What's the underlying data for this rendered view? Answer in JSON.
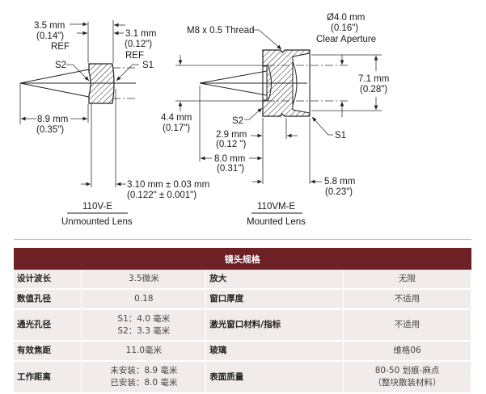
{
  "unmounted": {
    "dim_ref_left": {
      "mm": "3.5 mm",
      "in": "(0.14\")",
      "ref": "REF"
    },
    "dim_ref_right": {
      "mm": "3.1 mm",
      "in": "(0.12\")",
      "ref": "REF"
    },
    "s2": "S2",
    "s1": "S1",
    "working_distance": {
      "mm": "8.9 mm",
      "in": "(0.35\")"
    },
    "thickness": {
      "mm": "3.10 mm ± 0.03 mm",
      "in": "(0.122\" ± 0.001\")"
    },
    "part": "110V-E",
    "caption": "Unmounted Lens"
  },
  "mounted": {
    "thread": "M8 x 0.5 Thread",
    "clear_aperture": {
      "mm": "Ø4.0 mm",
      "in": "(0.16\")",
      "label": "Clear Aperture"
    },
    "outer": {
      "mm": "7.1 mm",
      "in": "(0.28\")"
    },
    "beam": {
      "mm": "4.4 mm",
      "in": "(0.17\")"
    },
    "s2": "S2",
    "s1": "S1",
    "offset": {
      "mm": "2.9 mm",
      "in": "(0.12 \")"
    },
    "working_distance": {
      "mm": "8.0 mm",
      "in": "(0.31\")"
    },
    "length": {
      "mm": "5.8 mm",
      "in": "(0.23\")"
    },
    "part": "110VM-E",
    "caption": "Mounted Lens"
  },
  "specs": {
    "title": "镜头规格",
    "rows": [
      {
        "k1": "设计波长",
        "v1": [
          "3.5微米"
        ],
        "k2": "放大",
        "v2": [
          "无限"
        ]
      },
      {
        "k1": "数值孔径",
        "v1": [
          "0.18"
        ],
        "k2": "窗口厚度",
        "v2": [
          "不适用"
        ]
      },
      {
        "k1": "通光孔径",
        "v1": [
          "S1：4.0 毫米",
          "S2：3.3 毫米"
        ],
        "k2": "激光窗口材料/指标",
        "v2": [
          "不适用"
        ]
      },
      {
        "k1": "有效焦距",
        "v1": [
          "11.0毫米"
        ],
        "k2": "玻璃",
        "v2": [
          "维格06"
        ]
      },
      {
        "k1": "工作距离",
        "v1": [
          "未安装：8.9 毫米",
          "已安装：8.0 毫米"
        ],
        "k2": "表面质量",
        "v2": [
          "80-50 划痕-麻点",
          "（整块散装材料）"
        ]
      }
    ]
  }
}
